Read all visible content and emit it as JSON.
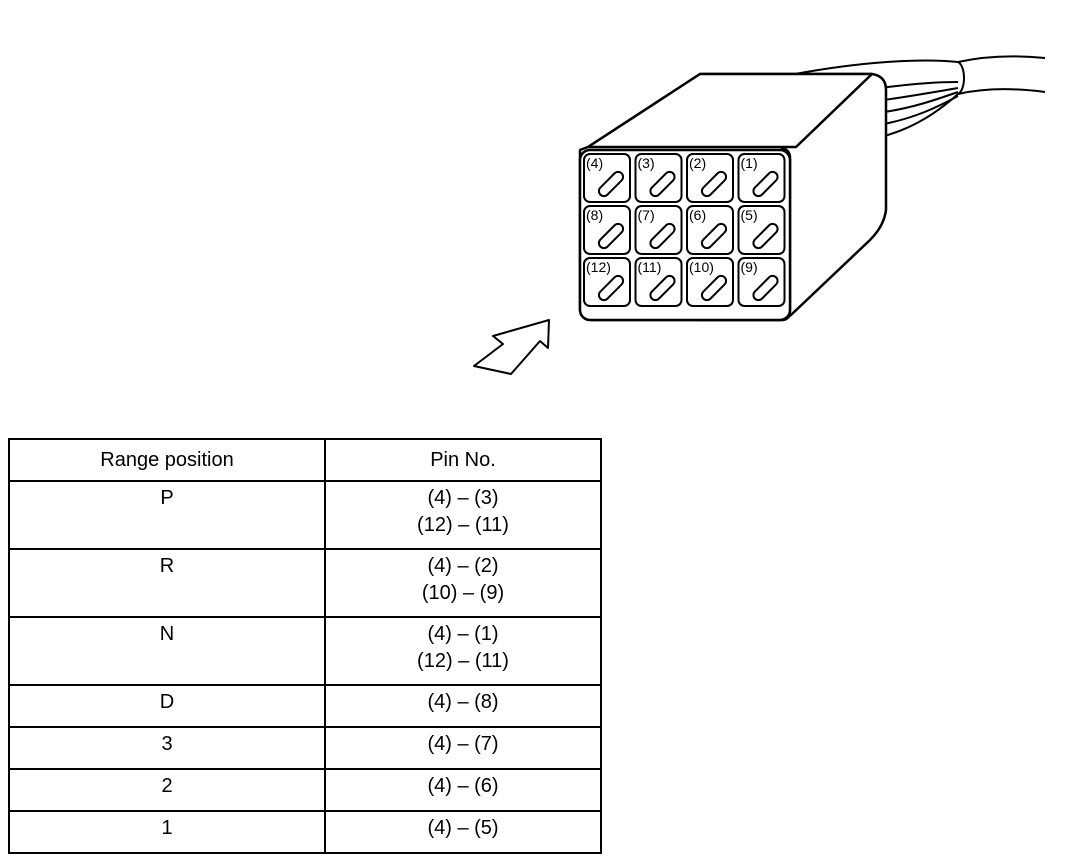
{
  "connector": {
    "pin_labels": [
      "(1)",
      "(2)",
      "(3)",
      "(4)",
      "(5)",
      "(6)",
      "(7)",
      "(8)",
      "(9)",
      "(10)",
      "(11)",
      "(12)"
    ],
    "arrow_icon": "view-direction-arrow"
  },
  "table": {
    "headers": [
      "Range position",
      "Pin No."
    ],
    "rows": [
      {
        "range": "P",
        "pins": [
          "(4) – (3)",
          "(12) – (11)"
        ]
      },
      {
        "range": "R",
        "pins": [
          "(4) – (2)",
          "(10) – (9)"
        ]
      },
      {
        "range": "N",
        "pins": [
          "(4) – (1)",
          "(12) – (11)"
        ]
      },
      {
        "range": "D",
        "pins": [
          "(4) – (8)"
        ]
      },
      {
        "range": "3",
        "pins": [
          "(4) – (7)"
        ]
      },
      {
        "range": "2",
        "pins": [
          "(4) – (6)"
        ]
      },
      {
        "range": "1",
        "pins": [
          "(4) – (5)"
        ]
      }
    ]
  }
}
